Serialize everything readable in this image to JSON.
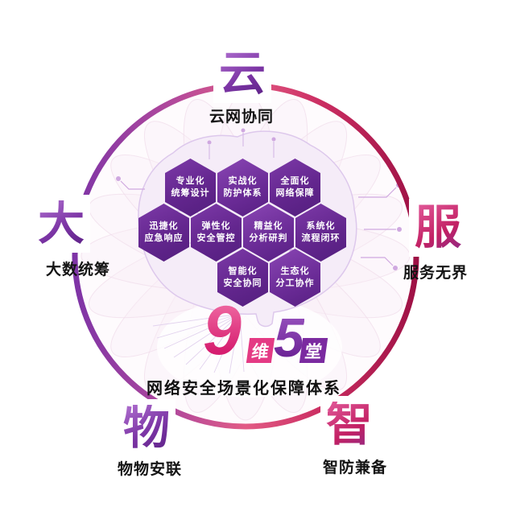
{
  "title": "网络安全场景化保障体系",
  "logo": {
    "nine": "9",
    "wei": "维",
    "five": "5",
    "tang": "堂"
  },
  "hexagons": [
    {
      "line1": "专业化",
      "line2": "统筹设计"
    },
    {
      "line1": "实战化",
      "line2": "防护体系"
    },
    {
      "line1": "全面化",
      "line2": "网络保障"
    },
    {
      "line1": "迅捷化",
      "line2": "应急响应"
    },
    {
      "line1": "弹性化",
      "line2": "安全管控"
    },
    {
      "line1": "精益化",
      "line2": "分析研判"
    },
    {
      "line1": "系统化",
      "line2": "流程闭环"
    },
    {
      "line1": "智能化",
      "line2": "安全协同"
    },
    {
      "line1": "生态化",
      "line2": "分工协作"
    }
  ],
  "ring_items": [
    {
      "char": "云",
      "label": "云网协同"
    },
    {
      "char": "大",
      "label": "大数统筹"
    },
    {
      "char": "服",
      "label": "服务无界"
    },
    {
      "char": "物",
      "label": "物物安联"
    },
    {
      "char": "智",
      "label": "智防兼备"
    }
  ],
  "colors": {
    "hex_purple": "#63268e",
    "ring_purple": "#7e34a6",
    "ring_pink": "#e25b85",
    "ring_crimson": "#9e1145",
    "logo_pink": "#e43a84",
    "logo_purple": "#7b2aa0"
  }
}
